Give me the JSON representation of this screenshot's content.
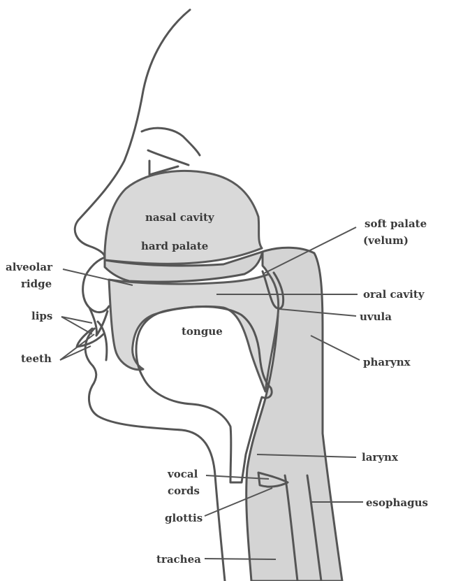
{
  "colors": {
    "line": "#555555",
    "stipple": "#d4d4d4",
    "text": "#3a3a3a",
    "background": "#ffffff"
  },
  "labels": {
    "nasal_cavity": "nasal cavity",
    "hard_palate": "hard palate",
    "soft_palate_line1": "soft palate",
    "soft_palate_line2": "(velum)",
    "alveolar_ridge_line1": "alveolar",
    "alveolar_ridge_line2": "ridge",
    "oral_cavity": "oral cavity",
    "lips": "lips",
    "uvula": "uvula",
    "tongue": "tongue",
    "teeth": "teeth",
    "pharynx": "pharynx",
    "larynx": "larynx",
    "vocal_cords_line1": "vocal",
    "vocal_cords_line2": "cords",
    "esophagus": "esophagus",
    "glottis": "glottis",
    "trachea": "trachea"
  }
}
